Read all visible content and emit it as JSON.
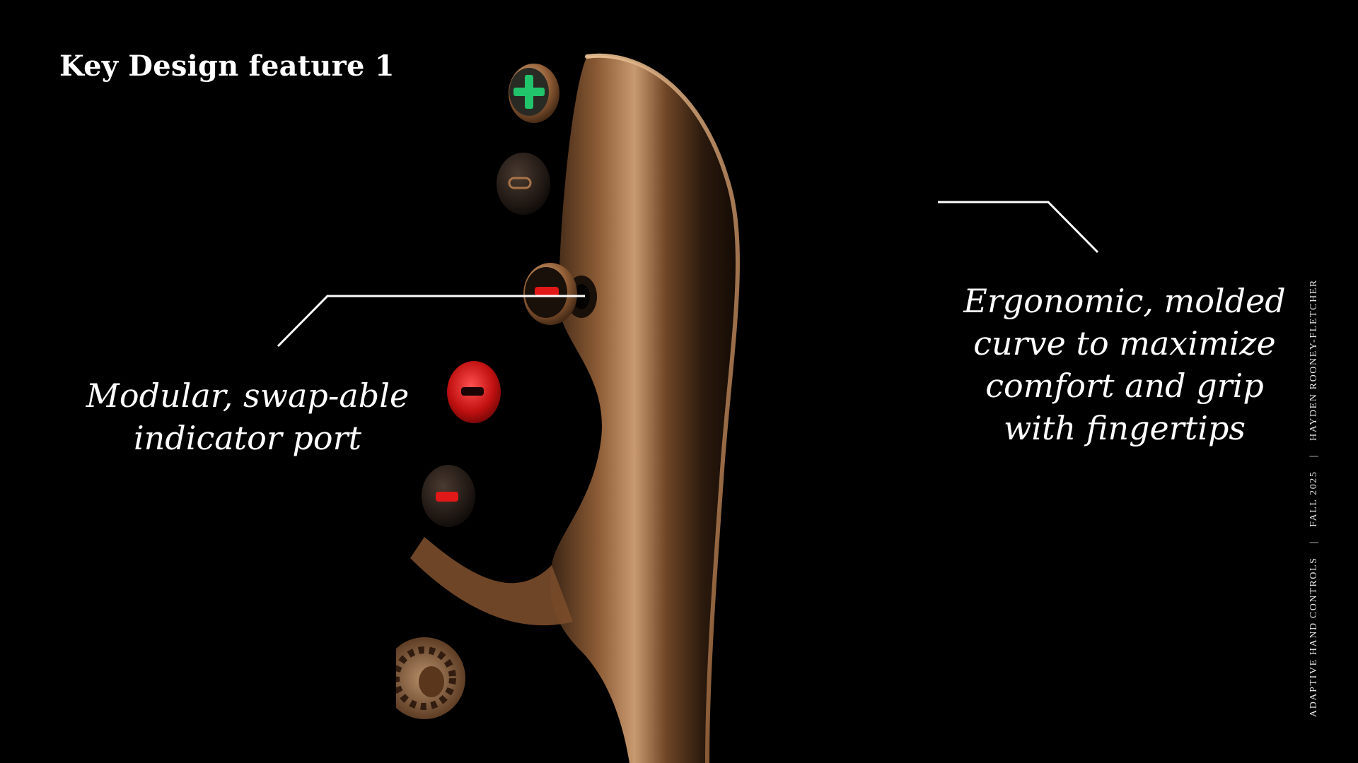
{
  "slide": {
    "title": "Key Design feature 1",
    "callout_left": {
      "lines": [
        "Modular, swap-able",
        "indicator port"
      ]
    },
    "callout_right": {
      "lines": [
        "Ergonomic, molded",
        "curve to maximize",
        "comfort and grip",
        "with fingertips"
      ]
    },
    "footer": {
      "project": "ADAPTIVE HAND CONTROLS",
      "separator": "|",
      "term": "FALL 2025",
      "author": "HAYDEN ROONEY-FLETCHER"
    }
  },
  "colors": {
    "background": "#000000",
    "text": "#ffffff",
    "bronze": "#b07a50",
    "indicator_green": "#21c46a",
    "indicator_red": "#e01818"
  },
  "image": {
    "subject": "3D render of bronze ergonomic hand control with modular indicator port inserts"
  }
}
